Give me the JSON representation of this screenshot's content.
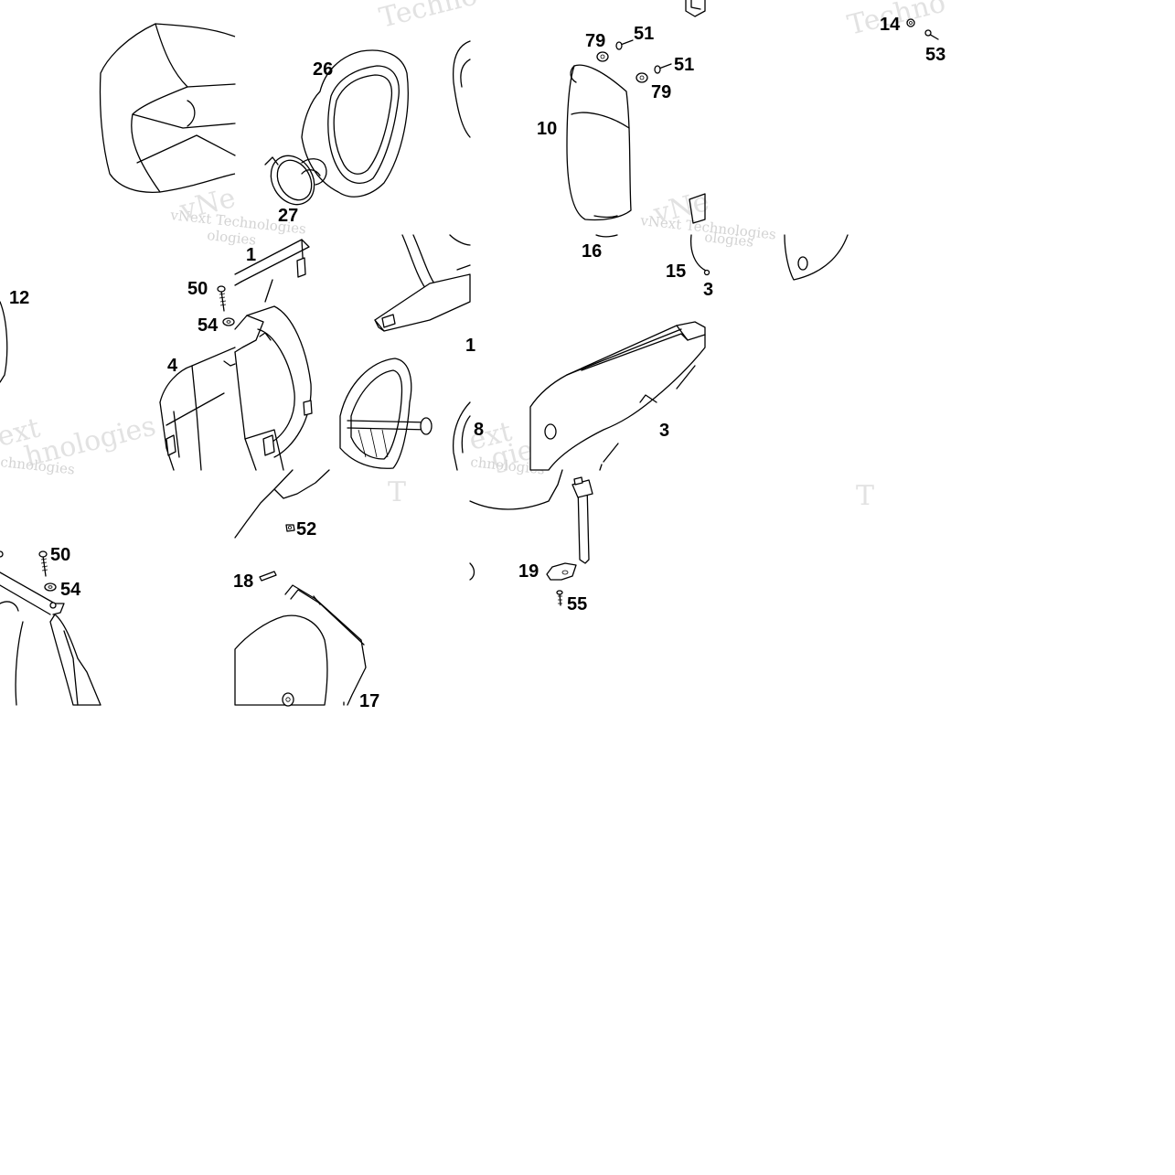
{
  "diagram": {
    "part_labels": [
      {
        "id": "26",
        "text": "26"
      },
      {
        "id": "27",
        "text": "27"
      },
      {
        "id": "79a",
        "text": "79"
      },
      {
        "id": "51a",
        "text": "51"
      },
      {
        "id": "51b",
        "text": "51"
      },
      {
        "id": "79b",
        "text": "79"
      },
      {
        "id": "10",
        "text": "10"
      },
      {
        "id": "14",
        "text": "14"
      },
      {
        "id": "53",
        "text": "53"
      },
      {
        "id": "1",
        "text": "1"
      },
      {
        "id": "12",
        "text": "12"
      },
      {
        "id": "50a",
        "text": "50"
      },
      {
        "id": "54a",
        "text": "54"
      },
      {
        "id": "4",
        "text": "4"
      },
      {
        "id": "16",
        "text": "16"
      },
      {
        "id": "15",
        "text": "15"
      },
      {
        "id": "3a",
        "text": "3"
      },
      {
        "id": "1b",
        "text": "1"
      },
      {
        "id": "8",
        "text": "8"
      },
      {
        "id": "3b",
        "text": "3"
      },
      {
        "id": "52",
        "text": "52"
      },
      {
        "id": "50b",
        "text": "50"
      },
      {
        "id": "54b",
        "text": "54"
      },
      {
        "id": "18",
        "text": "18"
      },
      {
        "id": "19",
        "text": "19"
      },
      {
        "id": "55",
        "text": "55"
      },
      {
        "id": "17",
        "text": "17"
      }
    ],
    "watermarks": {
      "brand_full": "vNext Technologies",
      "brand_word": "Technologies",
      "brand_short": "Techno",
      "v_next": "vNext",
      "v_ne": "vNe",
      "ext": "ext",
      "chnologies": "chnologies",
      "ologies": "ologies",
      "hnologies": "hnologies",
      "letter_t": "T",
      "fragment_gies": "gies"
    },
    "colors": {
      "line": "#000000",
      "watermark": "#d3d3d3",
      "background": "#ffffff"
    }
  }
}
